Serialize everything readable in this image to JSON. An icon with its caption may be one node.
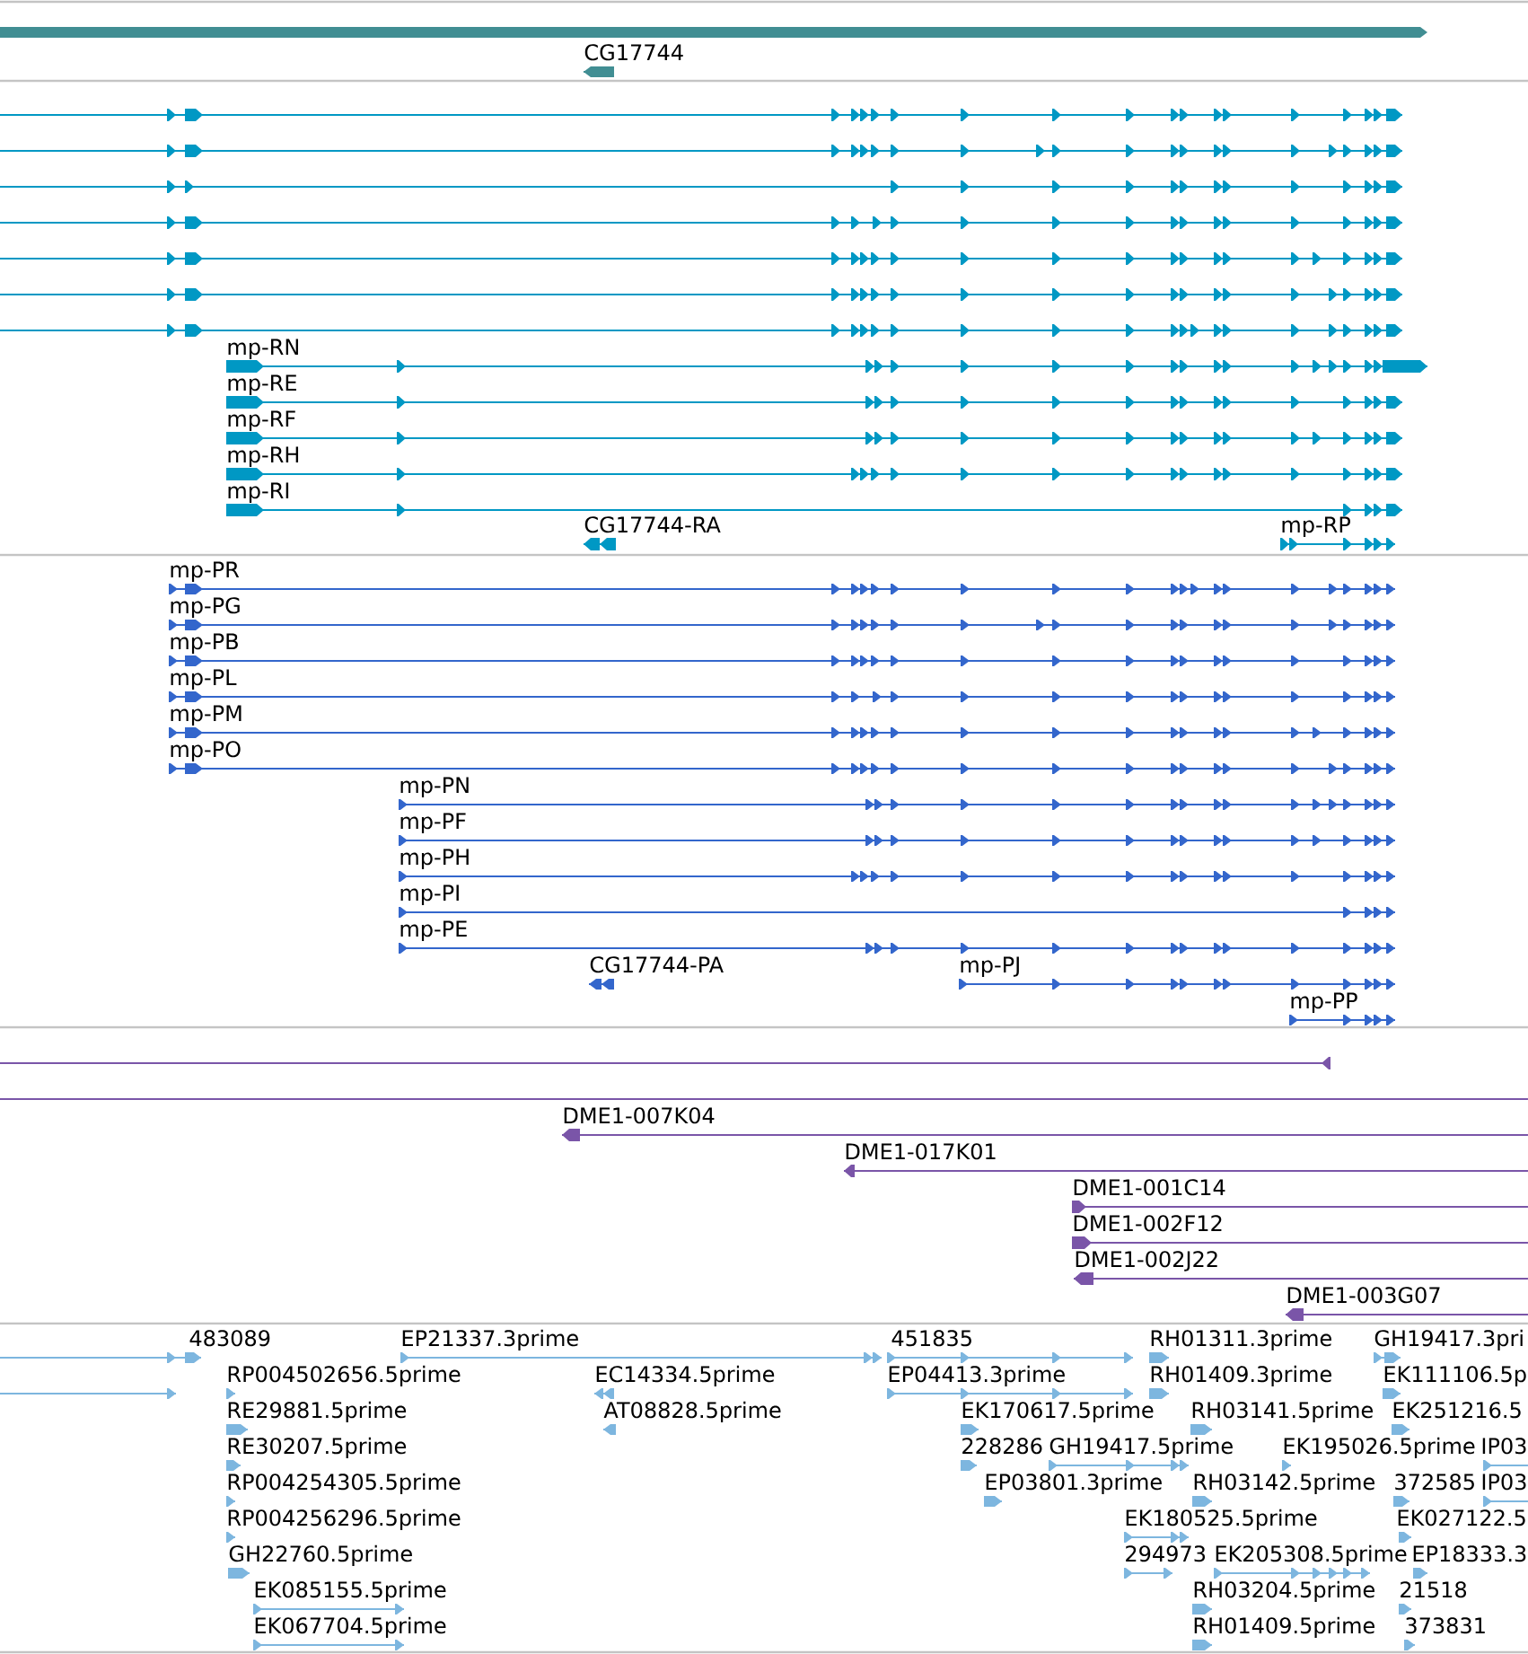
{
  "diagram": {
    "nodes": [
      {
        "text": [],
        "shape": "bar"
      },
      {
        "text": [
          "CG17744"
        ]
      },
      {
        "text": [],
        "shape": "line"
      },
      {
        "text": [],
        "shape": "line"
      },
      {
        "text": [],
        "shape": "line"
      },
      {
        "text": [],
        "shape": "line"
      },
      {
        "text": [],
        "shape": "line"
      },
      {
        "text": [],
        "shape": "line"
      },
      {
        "text": [],
        "shape": "line"
      },
      {
        "text": [
          "mp-RN"
        ]
      },
      {
        "text": [
          "mp-RE"
        ]
      },
      {
        "text": [
          "mp-RF"
        ]
      },
      {
        "text": [
          "mp-RH"
        ]
      },
      {
        "text": [
          "mp-RI"
        ]
      },
      {
        "text": [
          "CG17744-RA"
        ]
      },
      {
        "text": [
          "mp-RP"
        ]
      },
      {
        "text": [
          "mp-PR"
        ]
      },
      {
        "text": [
          "mp-PG"
        ]
      },
      {
        "text": [
          "mp-PB"
        ]
      },
      {
        "text": [
          "mp-PL"
        ]
      },
      {
        "text": [
          "mp-PM"
        ]
      },
      {
        "text": [
          "mp-PO"
        ]
      },
      {
        "text": [
          "mp-PN"
        ]
      },
      {
        "text": [
          "mp-PF"
        ]
      },
      {
        "text": [
          "mp-PH"
        ]
      },
      {
        "text": [
          "mp-PI"
        ]
      },
      {
        "text": [
          "mp-PE"
        ]
      },
      {
        "text": [
          "CG17744-PA"
        ]
      },
      {
        "text": [
          "mp-PJ"
        ]
      },
      {
        "text": [
          "mp-PP"
        ]
      },
      {
        "text": [],
        "shape": "line"
      },
      {
        "text": [],
        "shape": "line"
      },
      {
        "text": [
          "DME1-007K04"
        ]
      },
      {
        "text": [
          "DME1-017K01"
        ]
      },
      {
        "text": [
          "DME1-001C14"
        ]
      },
      {
        "text": [
          "DME1-002F12"
        ]
      },
      {
        "text": [
          "DME1-002J22"
        ]
      },
      {
        "text": [
          "DME1-003G07"
        ]
      },
      {
        "text": [
          "483089"
        ]
      },
      {
        "text": [
          "EP21337.3prime"
        ]
      },
      {
        "text": [
          "451835"
        ]
      },
      {
        "text": [
          "RH01311.3prime"
        ]
      },
      {
        "text": [
          "GH19417.3pri"
        ]
      },
      {
        "text": [],
        "shape": "line"
      },
      {
        "text": [
          "RP004502656.5prime"
        ]
      },
      {
        "text": [
          "EC14334.5prime"
        ]
      },
      {
        "text": [
          "EP04413.3prime"
        ]
      },
      {
        "text": [
          "RH01409.3prime"
        ]
      },
      {
        "text": [
          "EK111106.5p"
        ]
      },
      {
        "text": [
          "RE29881.5prime"
        ]
      },
      {
        "text": [
          "AT08828.5prime"
        ]
      },
      {
        "text": [
          "EK170617.5prime"
        ]
      },
      {
        "text": [
          "RH03141.5prime"
        ]
      },
      {
        "text": [
          "EK251216.5"
        ]
      },
      {
        "text": [
          "RE30207.5prime"
        ]
      },
      {
        "text": [
          "228286"
        ]
      },
      {
        "text": [
          "GH19417.5prime"
        ]
      },
      {
        "text": [
          "EK195026.5prime"
        ]
      },
      {
        "text": [
          "IP03"
        ]
      },
      {
        "text": [
          "RP004254305.5prime"
        ]
      },
      {
        "text": [
          "EP03801.3prime"
        ]
      },
      {
        "text": [
          "RH03142.5prime"
        ]
      },
      {
        "text": [
          "372585"
        ]
      },
      {
        "text": [
          "IP03"
        ]
      },
      {
        "text": [
          "RP004256296.5prime"
        ]
      },
      {
        "text": [
          "EK180525.5prime"
        ]
      },
      {
        "text": [
          "EK027122.5"
        ]
      },
      {
        "text": [
          "GH22760.5prime"
        ]
      },
      {
        "text": [
          "294973"
        ]
      },
      {
        "text": [
          "EK205308.5prime"
        ]
      },
      {
        "text": [
          "EP18333.3"
        ]
      },
      {
        "text": [
          "EK085155.5prime"
        ]
      },
      {
        "text": [
          "RH03204.5prime"
        ]
      },
      {
        "text": [
          "21518"
        ]
      },
      {
        "text": [
          "EK067704.5prime"
        ]
      },
      {
        "text": [
          "RH01409.5prime"
        ]
      },
      {
        "text": [
          "373831"
        ]
      }
    ]
  }
}
